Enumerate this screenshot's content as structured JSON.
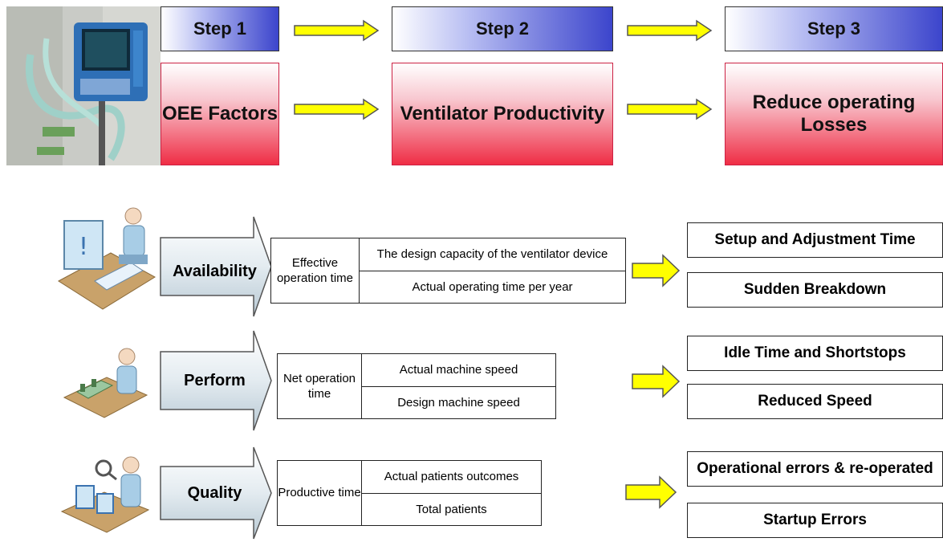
{
  "header": {
    "steps": [
      {
        "label": "Step 1",
        "box": "OEE Factors"
      },
      {
        "label": "Step 2",
        "box": "Ventilator Productivity"
      },
      {
        "label": "Step 3",
        "box": "Reduce operating Losses"
      }
    ]
  },
  "rows": [
    {
      "factor": "Availability",
      "metric": "Effective operation time",
      "cells": [
        "The design capacity of the ventilator device",
        "Actual operating time per year"
      ],
      "losses": [
        "Setup and Adjustment Time",
        "Sudden Breakdown"
      ]
    },
    {
      "factor": "Perform",
      "metric": "Net operation time",
      "cells": [
        "Actual machine speed",
        "Design machine speed"
      ],
      "losses": [
        "Idle Time and Shortstops",
        "Reduced Speed"
      ]
    },
    {
      "factor": "Quality",
      "metric": "Productive time",
      "cells": [
        "Actual patients outcomes",
        "Total patients"
      ],
      "losses": [
        "Operational errors & re-operated",
        "Startup Errors"
      ]
    }
  ],
  "colors": {
    "step_blue": "#3c45cc",
    "box_red": "#ef2d45",
    "arrow_yellow": "#ffff00"
  },
  "icons": [
    "ventilator-photo",
    "worker-analysis-icon",
    "worker-factory-icon",
    "worker-inspection-icon"
  ]
}
